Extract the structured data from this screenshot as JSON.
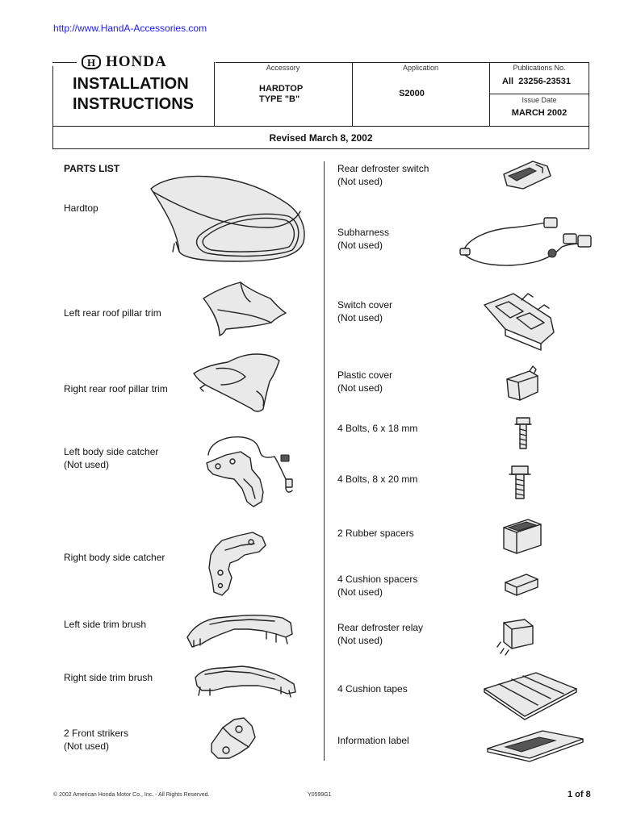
{
  "url": "http://www.HandA-Accessories.com",
  "brand": {
    "mark": "H",
    "name": "HONDA"
  },
  "doc_title": {
    "line1": "INSTALLATION",
    "line2": "INSTRUCTIONS"
  },
  "header": {
    "accessory_label": "Accessory",
    "accessory_line1": "HARDTOP",
    "accessory_line2": "TYPE \"B\"",
    "application_label": "Application",
    "application_value": "S2000",
    "publication_label": "Publications No.",
    "publication_prefix": "All",
    "publication_number": "23256-23531",
    "issue_label": "Issue Date",
    "issue_value": "MARCH  2002"
  },
  "revised": "Revised March 8, 2002",
  "parts_list_title": "PARTS LIST",
  "left_parts": [
    {
      "line1": "Hardtop",
      "line2": ""
    },
    {
      "line1": "Left rear roof pillar trim",
      "line2": ""
    },
    {
      "line1": "Right rear roof pillar trim",
      "line2": ""
    },
    {
      "line1": "Left body side catcher",
      "line2": "(Not used)"
    },
    {
      "line1": "Right body side catcher",
      "line2": ""
    },
    {
      "line1": "Left side trim brush",
      "line2": ""
    },
    {
      "line1": "Right side trim brush",
      "line2": ""
    },
    {
      "line1": "2 Front strikers",
      "line2": "(Not used)"
    }
  ],
  "right_parts": [
    {
      "line1": "Rear defroster switch",
      "line2": "(Not used)"
    },
    {
      "line1": "Subharness",
      "line2": "(Not used)"
    },
    {
      "line1": "Switch cover",
      "line2": "(Not used)"
    },
    {
      "line1": "Plastic cover",
      "line2": "(Not used)"
    },
    {
      "line1": "4 Bolts, 6 x 18 mm",
      "line2": ""
    },
    {
      "line1": "4 Bolts, 8 x 20 mm",
      "line2": ""
    },
    {
      "line1": "2 Rubber spacers",
      "line2": ""
    },
    {
      "line1": "4 Cushion spacers",
      "line2": "(Not used)"
    },
    {
      "line1": "Rear defroster relay",
      "line2": "(Not used)"
    },
    {
      "line1": "4 Cushion tapes",
      "line2": ""
    },
    {
      "line1": "Information label",
      "line2": ""
    }
  ],
  "footer": {
    "copyright": "© 2002 American Honda Motor Co., Inc. - All Rights Reserved.",
    "code": "Y0599G1",
    "page": "1 of 8"
  }
}
